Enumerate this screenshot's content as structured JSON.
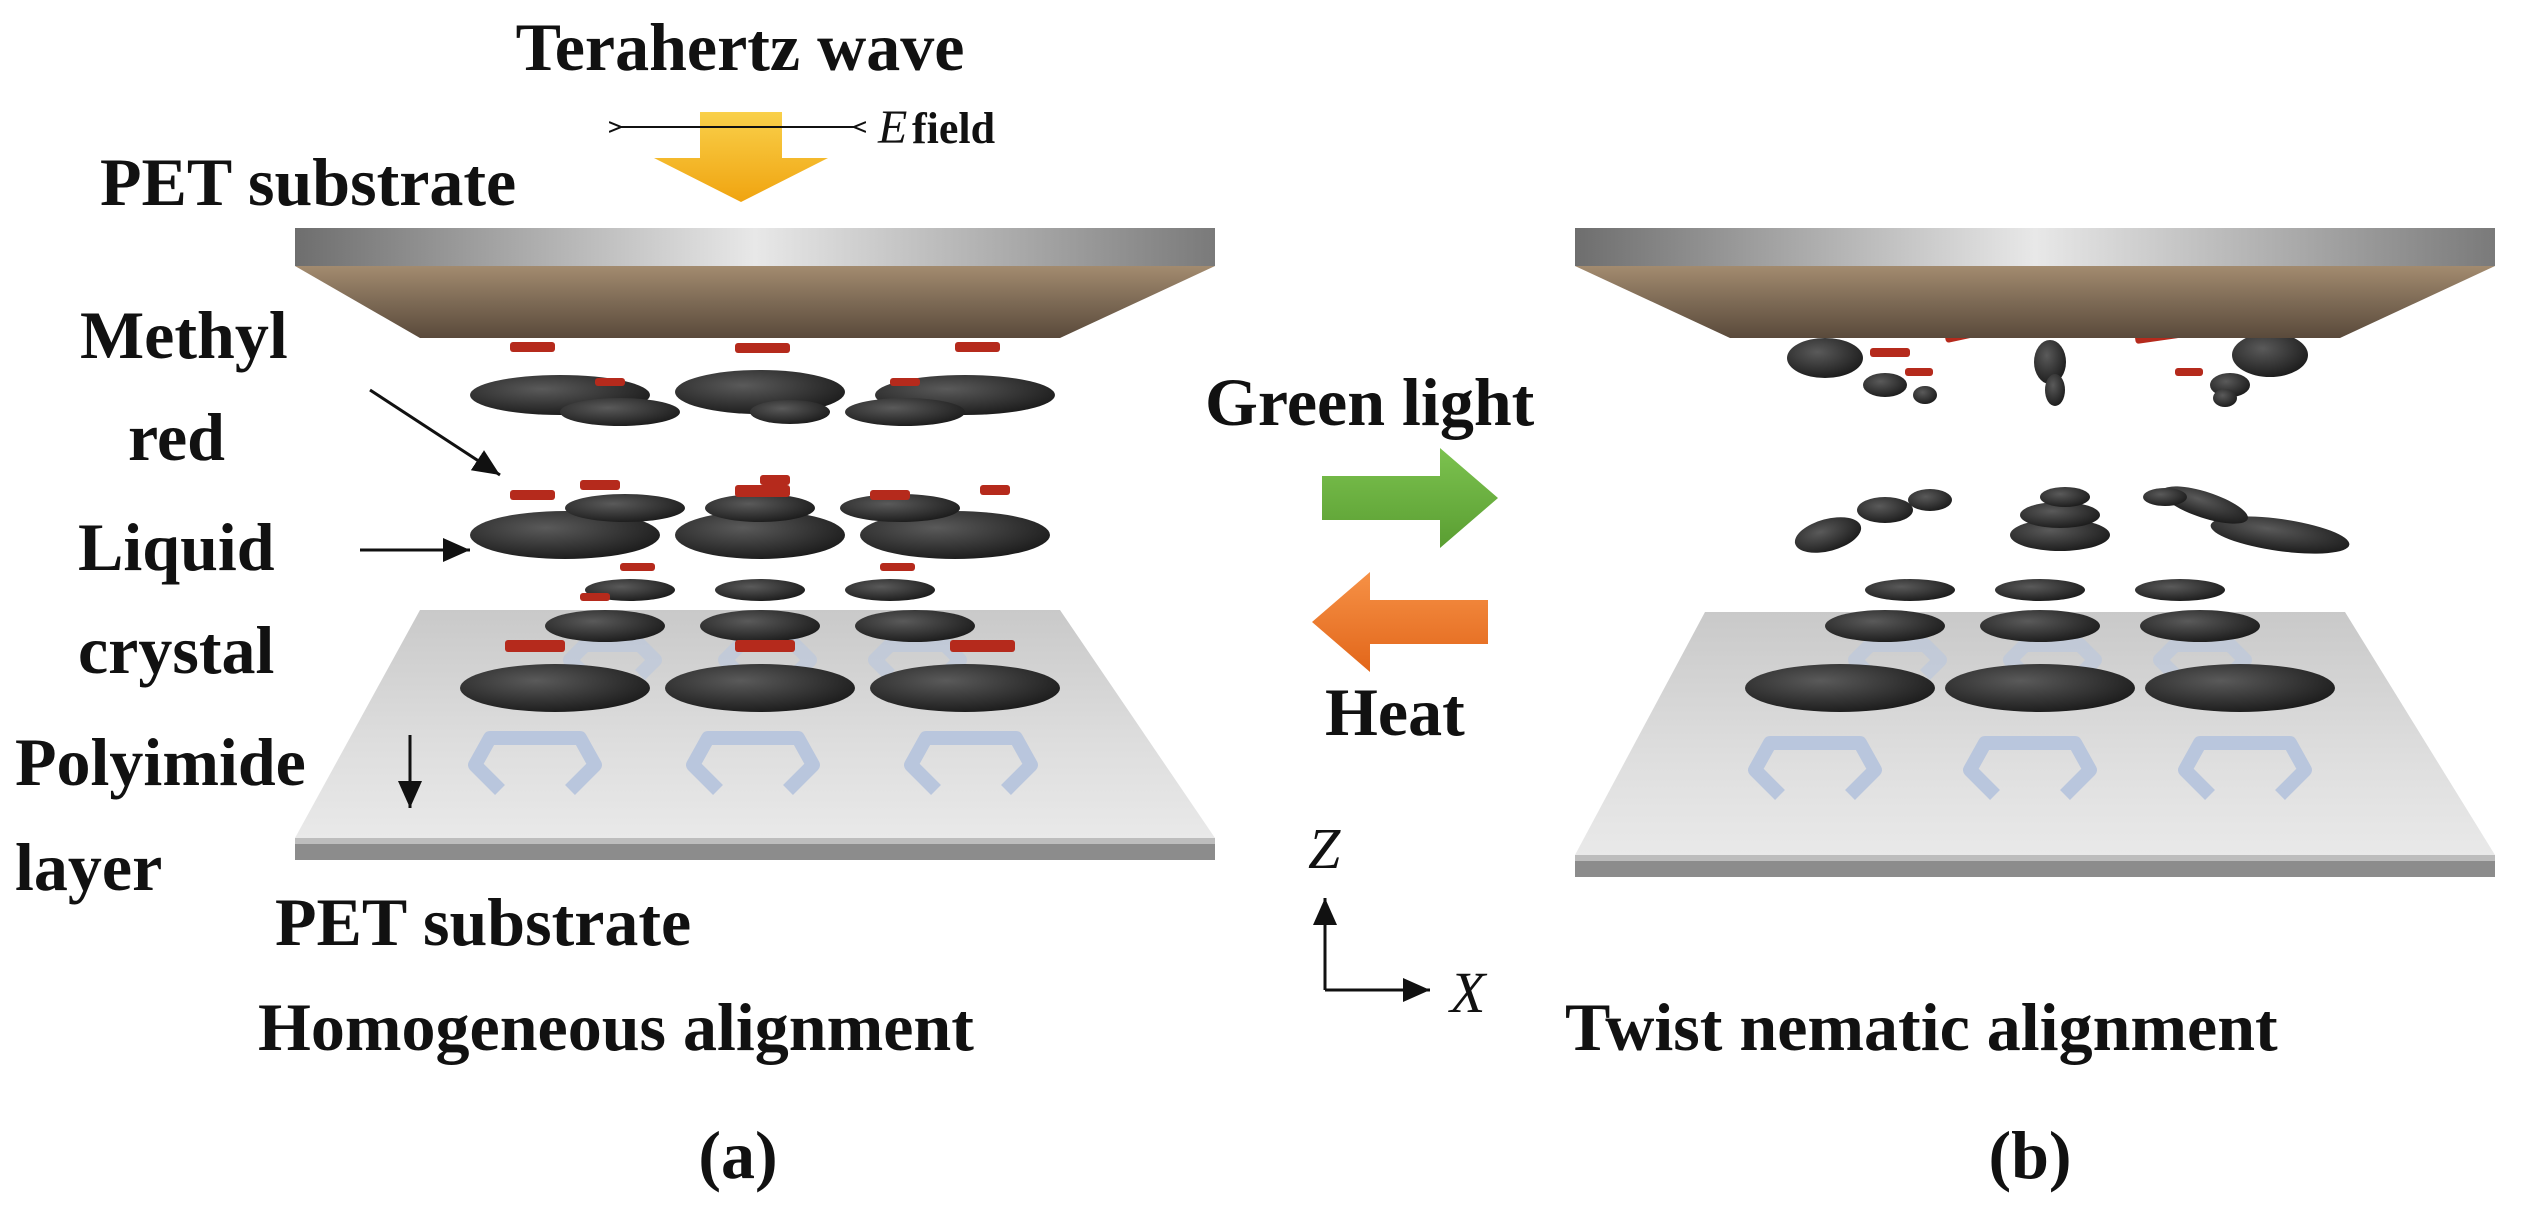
{
  "title": "Terahertz wave",
  "efield": {
    "symbol": "E",
    "word": "field"
  },
  "left_panel": {
    "top_substrate": "PET substrate",
    "methyl": [
      "Methyl",
      "red"
    ],
    "liquid": [
      "Liquid",
      "crystal"
    ],
    "polyimide": [
      "Polyimide",
      "layer"
    ],
    "bottom_substrate": "PET substrate",
    "alignment": "Homogeneous alignment",
    "panel_label": "(a)"
  },
  "right_panel": {
    "alignment": "Twist nematic alignment",
    "panel_label": "(b)"
  },
  "transitions": {
    "forward_label": "Green light",
    "reverse_label": "Heat"
  },
  "axes": {
    "z": "Z",
    "x": "X"
  },
  "colors": {
    "green_arrow": "#6ab33e",
    "orange_arrow": "#f07a28",
    "yellow_arrow": "#f6b81c",
    "lc_molecule": "#2e2e2e",
    "methyl_red": "#b52a1c",
    "ring_resonator": "#b9c6dd",
    "top_substrate": "#8a7660",
    "bottom_substrate": "#d4d4d4"
  }
}
